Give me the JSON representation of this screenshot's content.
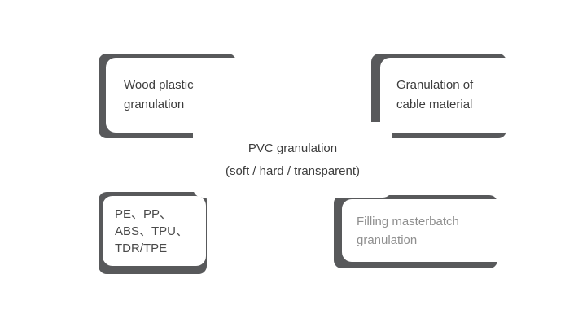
{
  "diagram": {
    "block_color": "#58595b",
    "card_background": "#ffffff",
    "boxes": {
      "wood": {
        "text_color": "#3c3c3c",
        "lines": [
          "Wood plastic",
          "granulation"
        ]
      },
      "cable": {
        "text_color": "#3c3c3c",
        "lines": [
          "Granulation of",
          "cable material"
        ]
      },
      "pvc": {
        "text_color": "#3c3c3c",
        "lines": [
          "PVC granulation",
          "(soft / hard / transparent)"
        ]
      },
      "pe": {
        "text_color": "#4a4a4a",
        "lines": [
          "PE、PP、",
          "ABS、TPU、",
          "TDR/TPE"
        ]
      },
      "filling": {
        "text_color": "#8f8f8f",
        "lines": [
          "Filling masterbatch",
          "granulation"
        ]
      }
    }
  }
}
